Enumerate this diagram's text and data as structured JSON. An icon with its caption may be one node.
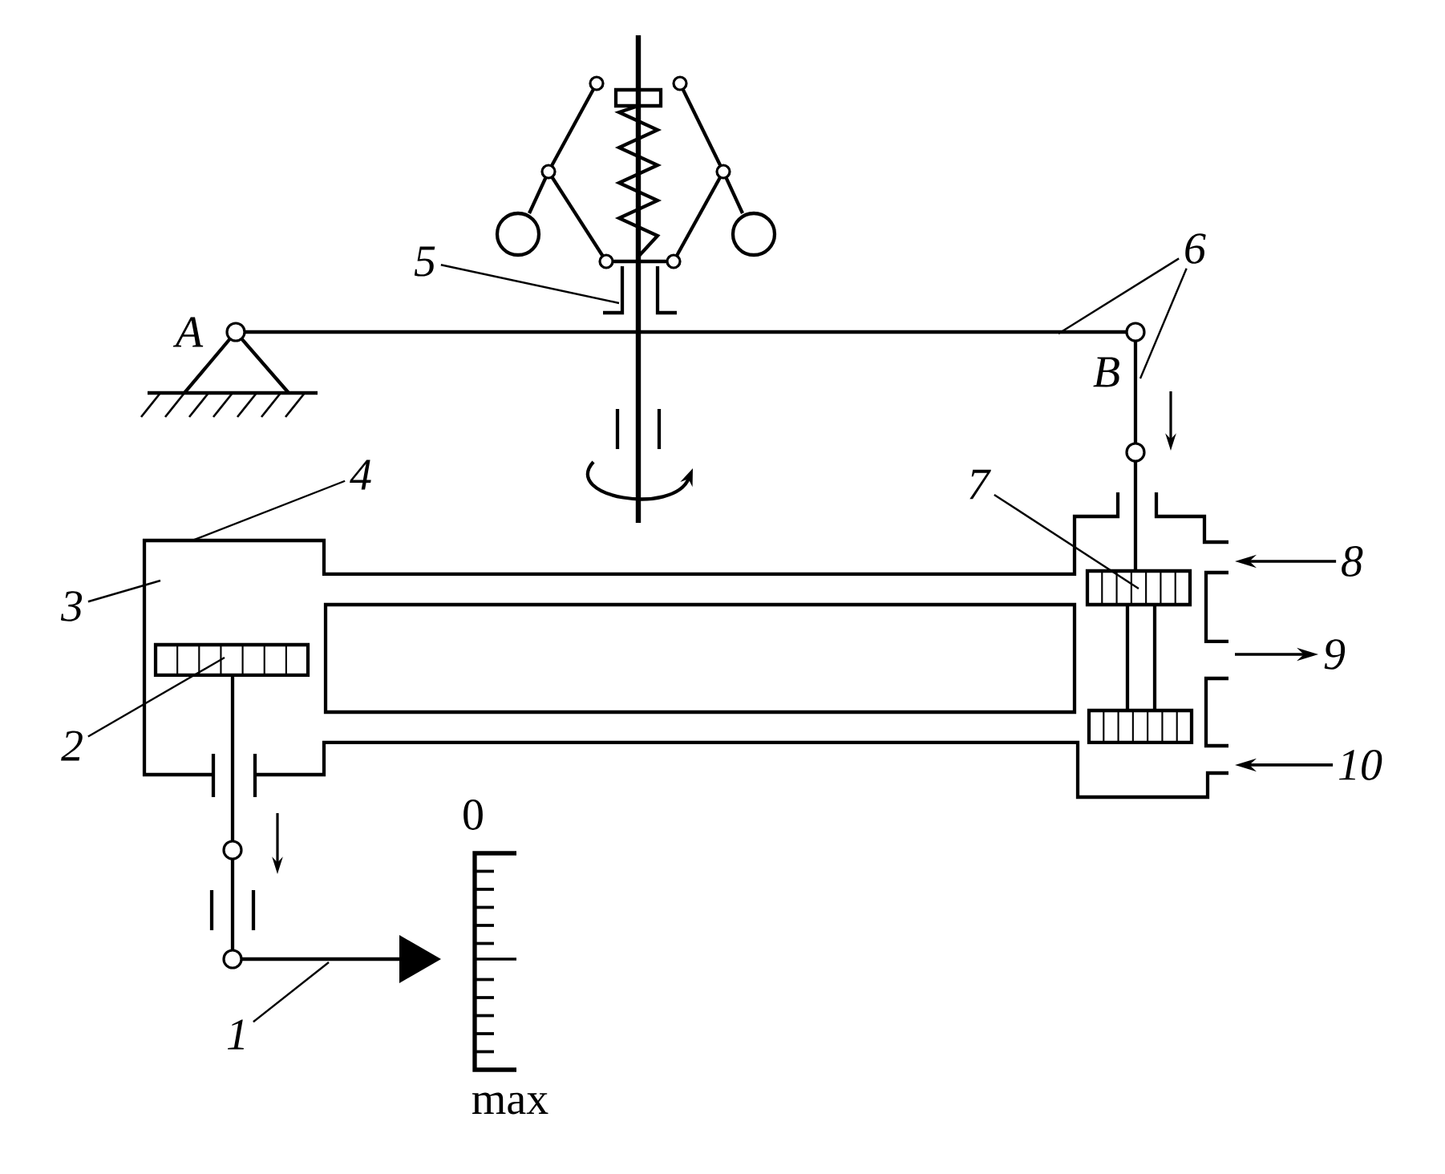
{
  "diagram": {
    "nodes": [
      {
        "text": [
          "1"
        ]
      },
      {
        "text": [
          "2"
        ]
      },
      {
        "text": [
          "3"
        ]
      },
      {
        "text": [
          "4"
        ]
      },
      {
        "text": [
          "5"
        ]
      },
      {
        "text": [
          "6"
        ]
      },
      {
        "text": [
          "7"
        ]
      },
      {
        "text": [
          "8"
        ]
      },
      {
        "text": [
          "9"
        ]
      },
      {
        "text": [
          "10"
        ]
      }
    ],
    "edges": [
      {
        "from": 0,
        "to": null,
        "arrow": "none"
      },
      {
        "from": 1,
        "to": null,
        "arrow": "none"
      },
      {
        "from": 2,
        "to": null,
        "arrow": "none"
      },
      {
        "from": 3,
        "to": null,
        "arrow": "none"
      },
      {
        "from": 4,
        "to": null,
        "arrow": "none"
      },
      {
        "from": 5,
        "to": null,
        "arrow": "none"
      },
      {
        "from": 5,
        "to": null,
        "arrow": "none"
      },
      {
        "from": 6,
        "to": null,
        "arrow": "none"
      },
      {
        "from": 7,
        "to": null,
        "arrow": "to"
      },
      {
        "from": null,
        "to": 8,
        "arrow": "to"
      },
      {
        "from": 9,
        "to": null,
        "arrow": "to"
      }
    ],
    "labels": [
      "A",
      "B",
      "0",
      "max"
    ]
  }
}
